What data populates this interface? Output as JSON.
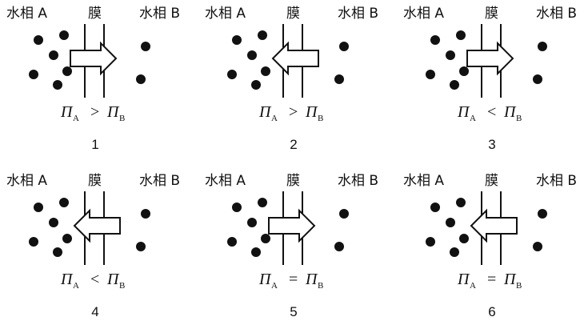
{
  "colors": {
    "ink": "#111111",
    "background": "#ffffff"
  },
  "panels": [
    {
      "number": "1",
      "left_label": "水相 A",
      "membrane_label": "膜",
      "right_label": "水相 B",
      "arrow_direction": "right",
      "relation": ">",
      "pi_a": "Π",
      "sub_a": "A",
      "pi_b": "Π",
      "sub_b": "B"
    },
    {
      "number": "2",
      "left_label": "水相 A",
      "membrane_label": "膜",
      "right_label": "水相 B",
      "arrow_direction": "left",
      "relation": ">",
      "pi_a": "Π",
      "sub_a": "A",
      "pi_b": "Π",
      "sub_b": "B"
    },
    {
      "number": "3",
      "left_label": "水相 A",
      "membrane_label": "膜",
      "right_label": "水相 B",
      "arrow_direction": "right",
      "relation": "<",
      "pi_a": "Π",
      "sub_a": "A",
      "pi_b": "Π",
      "sub_b": "B"
    },
    {
      "number": "4",
      "left_label": "水相 A",
      "membrane_label": "膜",
      "right_label": "水相 B",
      "arrow_direction": "left",
      "relation": "<",
      "pi_a": "Π",
      "sub_a": "A",
      "pi_b": "Π",
      "sub_b": "B"
    },
    {
      "number": "5",
      "left_label": "水相 A",
      "membrane_label": "膜",
      "right_label": "水相 B",
      "arrow_direction": "right",
      "relation": "=",
      "pi_a": "Π",
      "sub_a": "A",
      "pi_b": "Π",
      "sub_b": "B"
    },
    {
      "number": "6",
      "left_label": "水相 A",
      "membrane_label": "膜",
      "right_label": "水相 B",
      "arrow_direction": "left",
      "relation": "=",
      "pi_a": "Π",
      "sub_a": "A",
      "pi_b": "Π",
      "sub_b": "B"
    }
  ]
}
